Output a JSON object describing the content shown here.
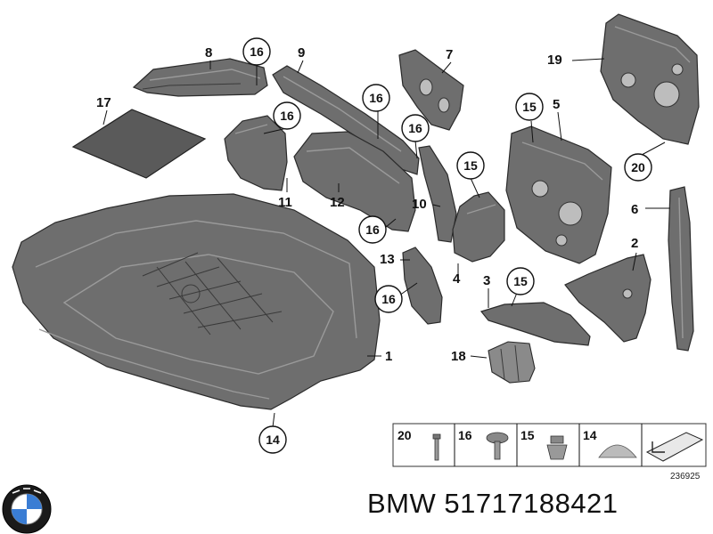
{
  "callouts": [
    {
      "id": "1",
      "text": "1"
    },
    {
      "id": "2",
      "text": "2"
    },
    {
      "id": "3",
      "text": "3"
    },
    {
      "id": "4",
      "text": "4"
    },
    {
      "id": "5",
      "text": "5"
    },
    {
      "id": "6",
      "text": "6"
    },
    {
      "id": "7",
      "text": "7"
    },
    {
      "id": "8",
      "text": "8"
    },
    {
      "id": "9",
      "text": "9"
    },
    {
      "id": "10",
      "text": "10"
    },
    {
      "id": "11",
      "text": "11"
    },
    {
      "id": "12",
      "text": "12"
    },
    {
      "id": "13",
      "text": "13"
    },
    {
      "id": "17",
      "text": "17"
    },
    {
      "id": "18",
      "text": "18"
    },
    {
      "id": "19",
      "text": "19"
    }
  ],
  "circled": {
    "c14": "14",
    "c15a": "15",
    "c15b": "15",
    "c15c": "15",
    "c16a": "16",
    "c16b": "16",
    "c16c": "16",
    "c16d": "16",
    "c16e": "16",
    "c16f": "16",
    "c20": "20"
  },
  "legend": {
    "items": [
      {
        "number": "20",
        "icon": "rivet-icon"
      },
      {
        "number": "16",
        "icon": "screw-icon"
      },
      {
        "number": "15",
        "icon": "expansion-nut-icon"
      },
      {
        "number": "14",
        "icon": "cap-plug-icon"
      },
      {
        "number": "",
        "icon": "arrow-pad-icon"
      }
    ],
    "ref_number": "236925"
  },
  "caption": {
    "brand": "BMW",
    "part_number": "51717188421",
    "logo_letters": "BMW"
  }
}
